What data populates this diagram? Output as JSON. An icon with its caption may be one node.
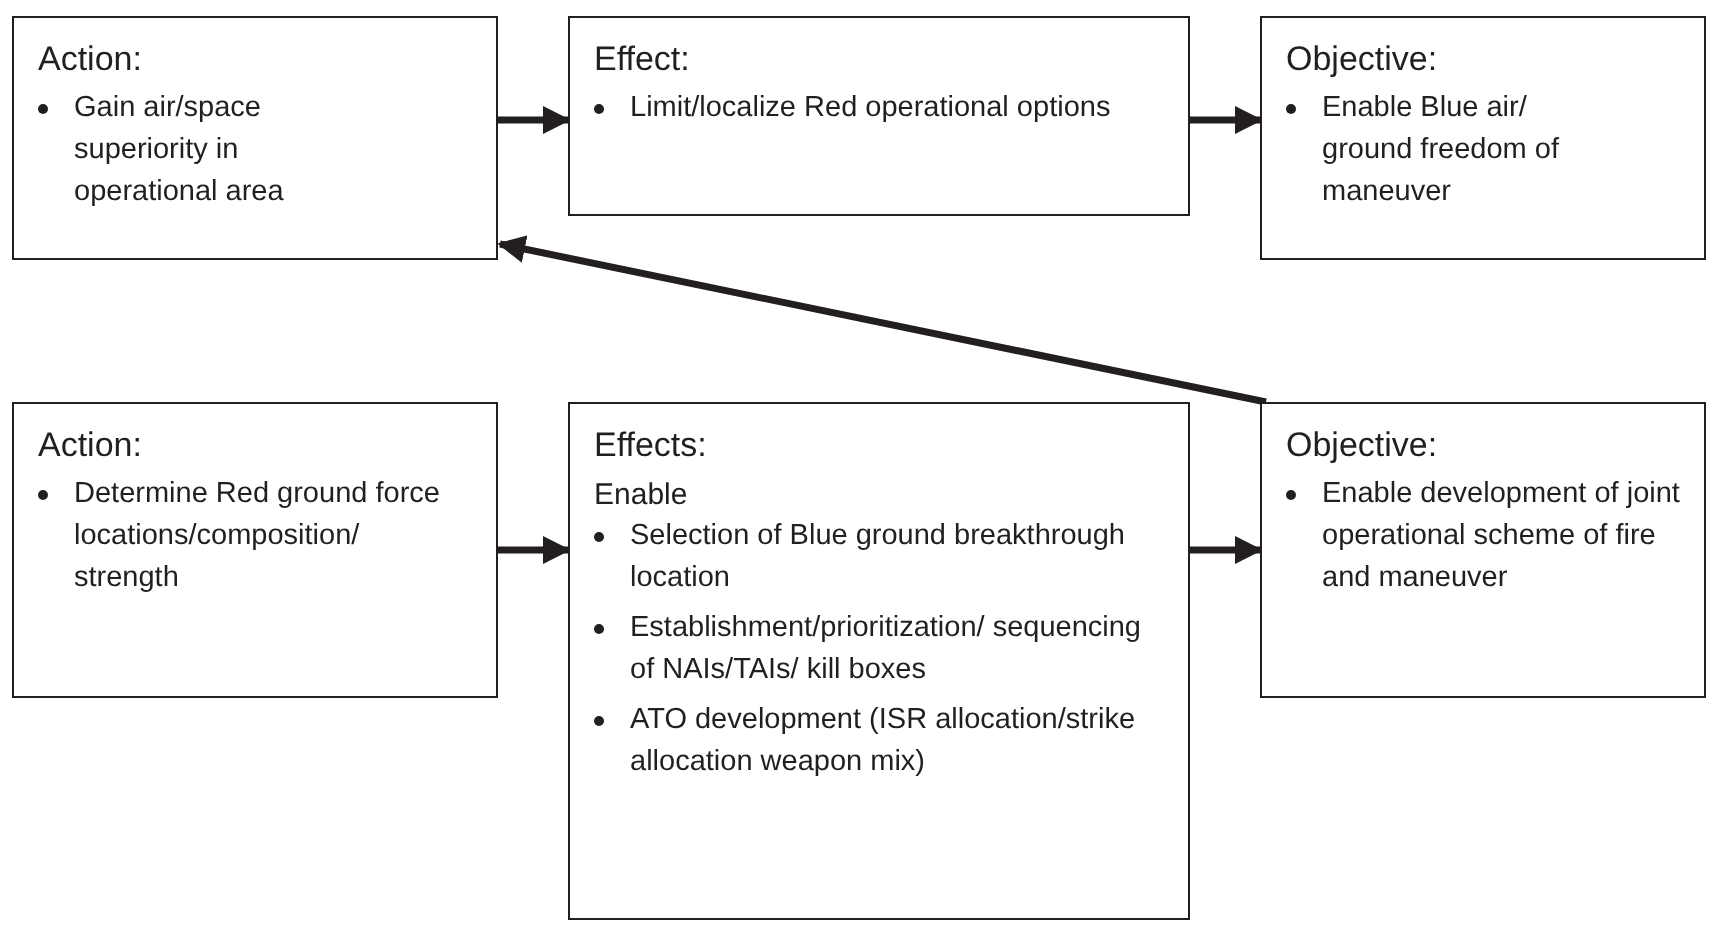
{
  "diagram": {
    "nodes": [
      {
        "text": [
          "Action:",
          "Gain air/space superiority in operational area"
        ]
      },
      {
        "text": [
          "Effect:",
          "Limit/localize Red operational options"
        ]
      },
      {
        "text": [
          "Objective:",
          "Enable Blue air/ ground freedom of maneuver"
        ]
      },
      {
        "text": [
          "Action:",
          "Determine Red ground force locations/composition/ strength"
        ]
      },
      {
        "text": [
          "Effects:",
          "Enable",
          "Selection of Blue ground breakthrough location",
          "Establishment/prioritization/ sequencing of NAIs/TAIs/ kill boxes",
          "ATO development (ISR allocation/strike allocation weapon mix)"
        ]
      },
      {
        "text": [
          "Objective:",
          "Enable development of joint operational scheme of fire and maneuver"
        ]
      }
    ],
    "edges": [
      {
        "from": 0,
        "to": 1,
        "arrow": "to"
      },
      {
        "from": 1,
        "to": 2,
        "arrow": "to"
      },
      {
        "from": 3,
        "to": 4,
        "arrow": "to"
      },
      {
        "from": 4,
        "to": 5,
        "arrow": "to"
      },
      {
        "from": 5,
        "to": 0,
        "arrow": "to"
      }
    ]
  }
}
